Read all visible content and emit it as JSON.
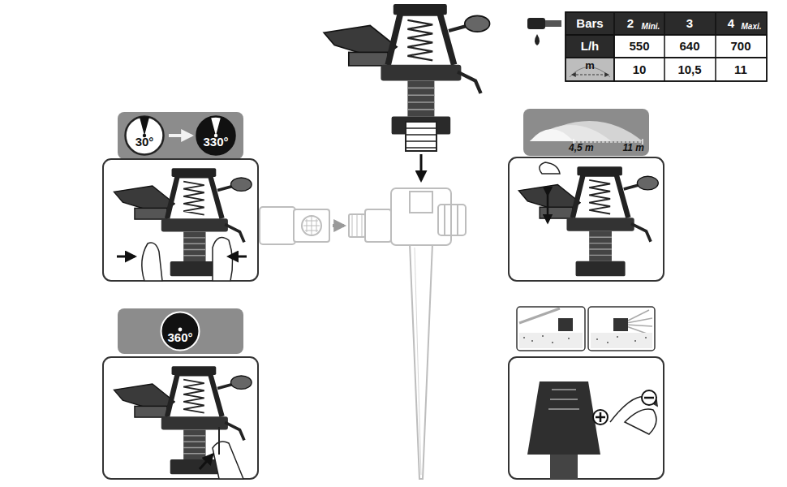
{
  "diagram": {
    "nodes": [
      {
        "text": [
          "30°"
        ]
      },
      {
        "text": [
          "330°"
        ]
      },
      {
        "text": [
          "360°"
        ]
      },
      {
        "text": [
          "4,5 m",
          "11 m"
        ]
      }
    ],
    "edges": [
      {
        "from": 0,
        "to": 1,
        "arrow": "to"
      }
    ],
    "labels": [
      "Bars",
      "2",
      "Mini.",
      "3",
      "4",
      "Maxi.",
      "L/h",
      "550",
      "640",
      "700",
      "m",
      "10",
      "10,5",
      "11"
    ]
  }
}
